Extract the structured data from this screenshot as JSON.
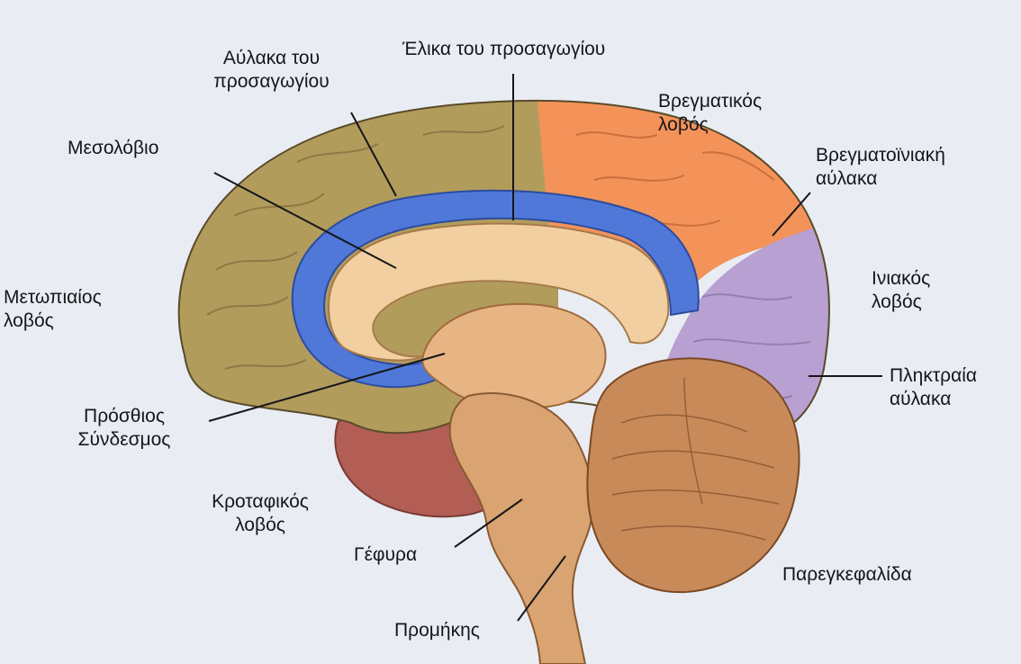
{
  "figure": {
    "palette": {
      "frontal_lobe": "#b29c5c",
      "cingulate_gyrus": "#4f78d9",
      "parietal_lobe": "#f3935a",
      "occipital_lobe": "#b8a0d2",
      "temporal_lobe": "#b25e55",
      "cerebellum": "#c98a59",
      "brainstem": "#d9a472",
      "corpus_callosum": "#f1cfa0",
      "page": "#e9edf3"
    },
    "labels": {
      "cingulate_sulcus": [
        "Αύλακα του",
        "προσαγωγίου"
      ],
      "cingulate_gyrus": "Έλικα του προσαγωγίου",
      "parietal_lobe": [
        "Βρεγματικός",
        "λοβός"
      ],
      "corpus_callosum": "Μεσολόβιο",
      "parieto_occipital_sulcus": [
        "Βρεγματοϊνιακή",
        "αύλακα"
      ],
      "frontal_lobe": [
        "Μετωπιαίος",
        "λοβός"
      ],
      "occipital_lobe": [
        "Ινιακός",
        "λοβός"
      ],
      "calcarine_sulcus": [
        "Πληκτραία",
        "αύλακα"
      ],
      "anterior_commissure": [
        "Πρόσθιος",
        "Σύνδεσμος"
      ],
      "temporal_lobe": [
        "Κροταφικός",
        "λοβός"
      ],
      "pons": "Γέφυρα",
      "cerebellum": "Παρεγκεφαλίδα",
      "medulla": "Προμήκης"
    }
  }
}
